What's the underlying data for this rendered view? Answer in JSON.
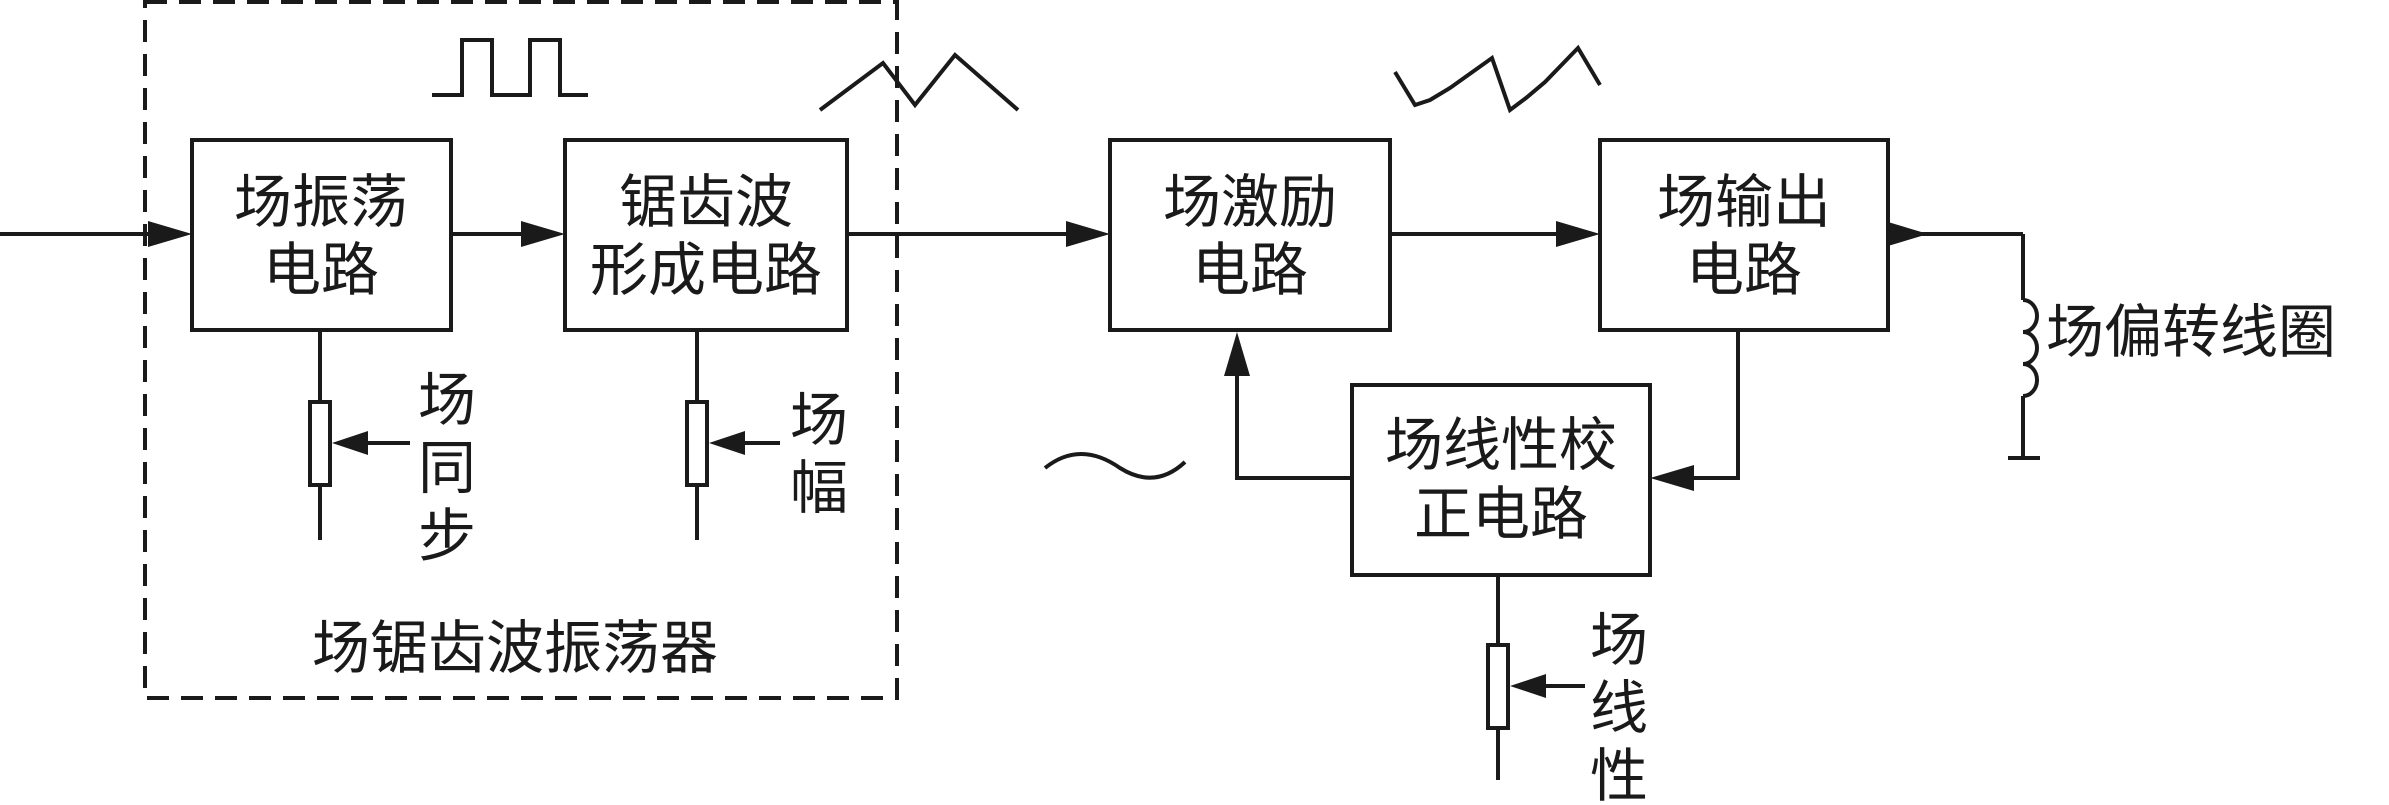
{
  "blocks": {
    "field_oscillator": {
      "line1": "场振荡",
      "line2": "电路"
    },
    "sawtooth_shaping": {
      "line1": "锯齿波",
      "line2": "形成电路"
    },
    "field_driver": {
      "line1": "场激励",
      "line2": "电路"
    },
    "field_output": {
      "line1": "场输出",
      "line2": "电路"
    },
    "linearity_correction": {
      "line1": "场线性校",
      "line2": "正电路"
    }
  },
  "controls": {
    "field_sync": [
      "场",
      "同",
      "步"
    ],
    "field_amplitude": [
      "场",
      "幅"
    ],
    "field_linearity": [
      "场",
      "线",
      "性"
    ]
  },
  "group_label": "场锯齿波振荡器",
  "deflection_coil_label": "场偏转线圈",
  "waveforms": [
    "square-pulse",
    "sawtooth",
    "corrected-sawtooth",
    "correction-wave"
  ]
}
